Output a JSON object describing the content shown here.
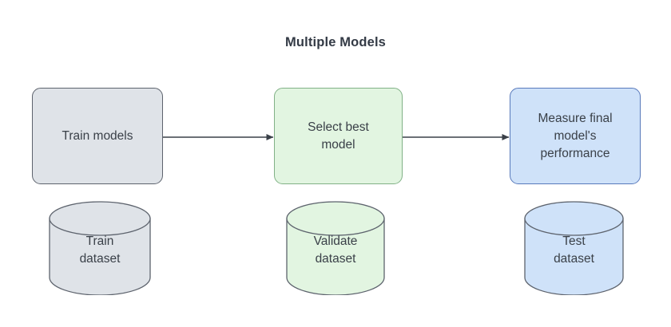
{
  "title": "Multiple Models",
  "colors": {
    "background": "#ffffff",
    "title_text": "#333a45",
    "body_text": "#3a4048",
    "grey_fill": "#dfe3e8",
    "grey_stroke": "#5d636d",
    "green_fill": "#e2f5e1",
    "green_stroke": "#81b186",
    "blue_fill": "#cfe2f9",
    "blue_stroke": "#5879bb",
    "arrow": "#3a4048",
    "cylinder_stroke": "#5d636d"
  },
  "stages": [
    {
      "id": "train",
      "box_label": "Train models",
      "box_color": "grey",
      "dataset_label": "Train\ndataset",
      "dataset_color": "grey"
    },
    {
      "id": "select",
      "box_label": "Select best\nmodel",
      "box_color": "green",
      "dataset_label": "Validate\ndataset",
      "dataset_color": "green"
    },
    {
      "id": "measure",
      "box_label": "Measure final\nmodel's\nperformance",
      "box_color": "blue",
      "dataset_label": "Test\ndataset",
      "dataset_color": "blue"
    }
  ],
  "connectors": [
    {
      "id": "train-to-select",
      "from": "train",
      "to": "select",
      "style": "solid-arrow"
    },
    {
      "id": "select-to-measure",
      "from": "select",
      "to": "measure",
      "style": "solid-arrow"
    }
  ]
}
